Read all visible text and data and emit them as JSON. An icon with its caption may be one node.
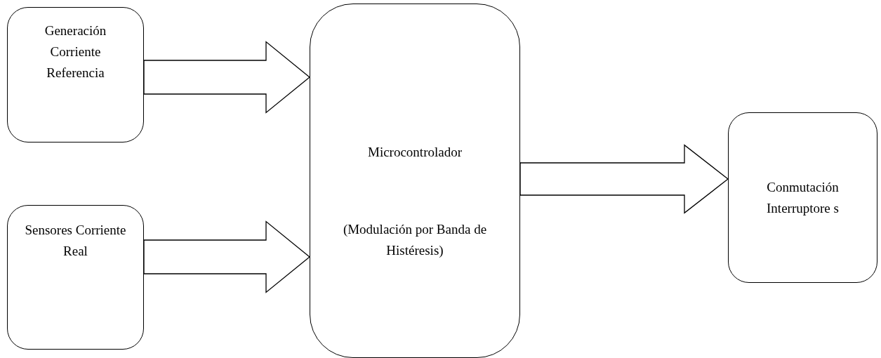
{
  "diagram": {
    "nodes": [
      {
        "text": [
          "Generación Corriente Referencia"
        ]
      },
      {
        "text": [
          "Sensores Corriente Real"
        ]
      },
      {
        "text": [
          "Microcontrolador",
          "(Modulación por Banda de Histéresis)"
        ]
      },
      {
        "text": [
          "Conmutación Interruptore s"
        ]
      }
    ],
    "edges": [
      {
        "from": 0,
        "to": 2,
        "arrow": "to"
      },
      {
        "from": 1,
        "to": 2,
        "arrow": "to"
      },
      {
        "from": 2,
        "to": 3,
        "arrow": "to"
      }
    ]
  }
}
